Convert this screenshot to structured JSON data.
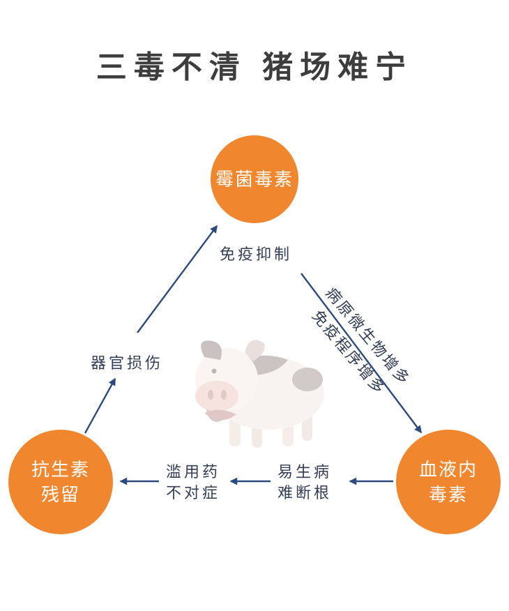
{
  "title": "三毒不清 猪场难宁",
  "diagram": {
    "nodes": {
      "mold_toxin": {
        "label": "霉菌毒素"
      },
      "antibiotic_residue": {
        "line1": "抗生素",
        "line2": "残留"
      },
      "blood_endotoxin": {
        "line1": "血液内",
        "line2": "毒素"
      }
    },
    "edge_labels": {
      "immune_suppression": "免疫抑制",
      "organ_damage": "器官损伤",
      "pathogen_increase": "病原微生物增多",
      "immune_program_increase": "免疫程序增多",
      "easy_sick": {
        "line1": "易生病",
        "line2": "难断根"
      },
      "drug_misuse": {
        "line1": "滥用药",
        "line2": "不对症"
      }
    }
  },
  "icons": {
    "center_image": "piglet-photo"
  },
  "colors": {
    "background": "#ffffff",
    "title_text": "#3d3d3d",
    "node_fill": "#f0862d",
    "node_text": "#ffffff",
    "arrow": "#2b4a7d",
    "edge_label_text": "#333e55"
  }
}
